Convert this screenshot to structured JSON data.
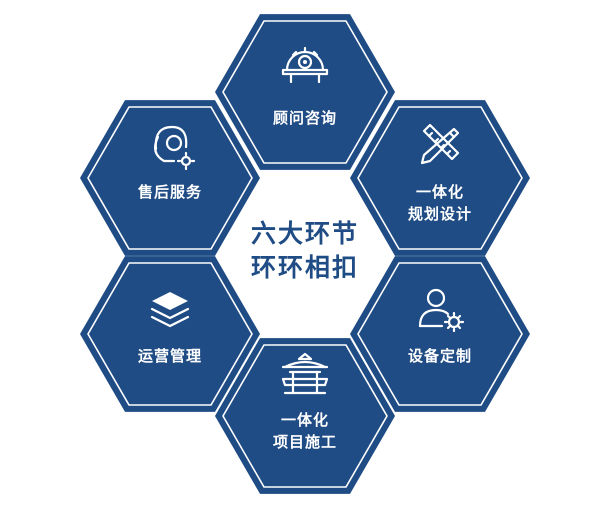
{
  "center": {
    "line1": "六大环节",
    "line2": "环环相扣"
  },
  "segments": [
    {
      "id": "consulting",
      "lines": [
        "顾问咨询"
      ],
      "icon": "hard-hat-icon"
    },
    {
      "id": "planning",
      "lines": [
        "一体化",
        "规划设计"
      ],
      "icon": "ruler-pencil-icon"
    },
    {
      "id": "equipment",
      "lines": [
        "设备定制"
      ],
      "icon": "user-gear-icon"
    },
    {
      "id": "construction",
      "lines": [
        "一体化",
        "项目施工"
      ],
      "icon": "pavilion-icon"
    },
    {
      "id": "operation",
      "lines": [
        "运营管理"
      ],
      "icon": "layers-icon"
    },
    {
      "id": "aftersales",
      "lines": [
        "售后服务"
      ],
      "icon": "headset-icon"
    }
  ],
  "colors": {
    "hex_fill": "#1f4c84",
    "center_text": "#1f4c84",
    "label_text": "#ffffff"
  }
}
